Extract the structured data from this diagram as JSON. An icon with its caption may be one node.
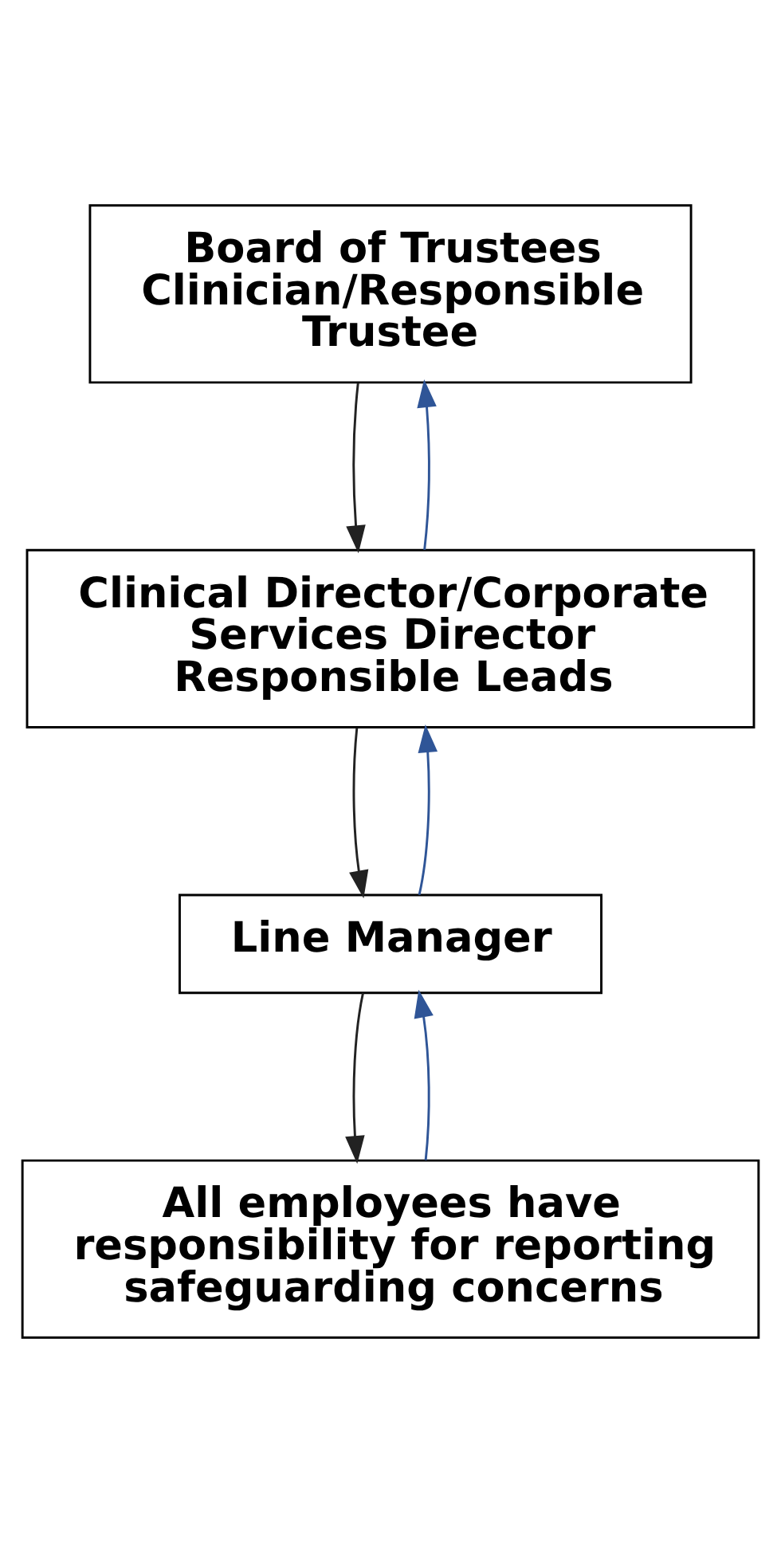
{
  "diagram": {
    "nodes": [
      {
        "text": [
          "Board of Trustees Clinician/Responsible Trustee"
        ]
      },
      {
        "text": [
          "Clinical Director/Corporate Services Director Responsible Leads"
        ]
      },
      {
        "text": [
          "Line Manager"
        ]
      },
      {
        "text": [
          "All employees have responsibility for reporting safeguarding concerns"
        ]
      }
    ],
    "edges": [
      {
        "from": 1,
        "to": 0,
        "arrow": "to",
        "color": "#2f5597"
      },
      {
        "from": 0,
        "to": 1,
        "arrow": "to",
        "color": "#222222"
      },
      {
        "from": 2,
        "to": 1,
        "arrow": "to",
        "color": "#2f5597"
      },
      {
        "from": 1,
        "to": 2,
        "arrow": "to",
        "color": "#222222"
      },
      {
        "from": 3,
        "to": 2,
        "arrow": "to",
        "color": "#2f5597"
      },
      {
        "from": 2,
        "to": 3,
        "arrow": "to",
        "color": "#222222"
      }
    ]
  }
}
